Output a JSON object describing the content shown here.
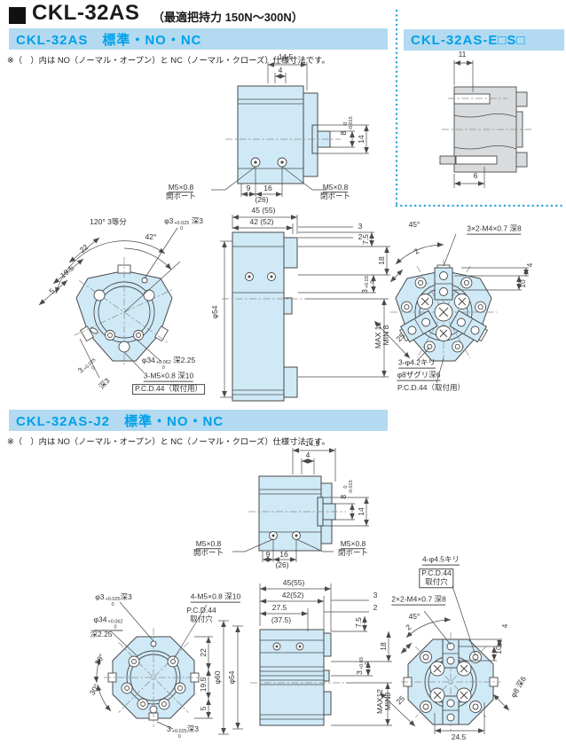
{
  "header": {
    "title": "CKL-32AS",
    "suffix": "（最適把持力 150N～300N）"
  },
  "note": "※（　）内は NO（ノーマル・オープン）と NC（ノーマル・クローズ）仕様寸法です。",
  "colors": {
    "banner_bg": "#b3daf0",
    "banner_text": "#00a0e9",
    "part_fill": "#cfe9f7",
    "part_gray": "#d9dcde",
    "line": "#4a4a4a",
    "dot_border": "#29a3dc"
  },
  "s1": {
    "banner": "CKL-32AS　標準・NO・NC",
    "top": {
      "d14_5": "14.5",
      "d4": "4",
      "d8_pre": "8",
      "d8_hi": "0",
      "d8_lo": "-0.015",
      "d14": "14",
      "open1": "M5×0.8",
      "open2": "開ポート",
      "close1": "M5×0.8",
      "close2": "閉ポート",
      "d9": "9",
      "d16": "16",
      "d26": "(26)"
    },
    "left": {
      "a120": "120°  3等分",
      "hole3_pre": "φ3",
      "hole3_hi": "+0.025",
      "hole3_lo": "0",
      "hole3_post": "深3",
      "a42": "42°",
      "d22": "22",
      "d19_5": "19.5",
      "d5": "5",
      "dia54": "φ54",
      "hole34_pre": "φ34",
      "hole34_hi": "+0.062",
      "hole34_lo": "0",
      "hole34_post": "深2.25",
      "thread": "3-M5×0.8 深10",
      "pcd": "P.C.D.44（取付用）",
      "key_pre": "3",
      "key_hi": "+0.025",
      "key_lo": "0",
      "key_post": "深3"
    },
    "mid": {
      "d45": "45 (55)",
      "d42": "42 (52)",
      "d3": "3",
      "d2": "2",
      "d7_5": "7.5",
      "d18": "18",
      "t3_pre": "3",
      "t3_hi": "+0.03",
      "t3_lo": "0",
      "max": "MAX 12",
      "min": "MIN 8"
    },
    "right": {
      "a45": "45°",
      "d2": "2",
      "thread": "3×2-M4×0.7 深8",
      "d4": "4",
      "d10": "10",
      "d25": "25",
      "drill": "3-φ4.2キリ",
      "spot": "φ8ザグリ深6",
      "pcd": "P.C.D.44（取付用）"
    }
  },
  "panel": {
    "banner": "CKL-32AS-E□S□",
    "d11": "11",
    "d6": "6"
  },
  "s2": {
    "banner": "CKL-32AS-J2　標準・NO・NC",
    "top": {
      "d14_5": "14.5",
      "d4": "4",
      "d8_pre": "8",
      "d8_hi": "0",
      "d8_lo": "-0.015",
      "d14": "14",
      "open1": "M5×0.8",
      "open2": "開ポート",
      "close1": "M5×0.8",
      "close2": "閉ポート",
      "d9": "9",
      "d16": "16",
      "d26": "(26)"
    },
    "left": {
      "hole3_pre": "φ3",
      "hole3_hi": "+0.025",
      "hole3_lo": "0",
      "hole3_post": "深3",
      "hole34_pre": "φ34",
      "hole34_hi": "+0.062",
      "hole34_lo": "0",
      "hole34_post": "深2.25",
      "thread": "4-M5×0.8 深10",
      "pcd1": "P.C.D.44",
      "pcd2": "取付穴",
      "a30a": "30°",
      "a30b": "30°",
      "d22": "22",
      "d19_5": "19.5",
      "d5": "5",
      "key_pre": "3",
      "key_hi": "+0.025",
      "key_lo": "0",
      "key_post": "深3",
      "dia60": "φ60",
      "dia54": "φ54"
    },
    "mid": {
      "d45": "45(55)",
      "d42": "42(52)",
      "d27_5": "27.5",
      "d37_5": "(37.5)",
      "d3": "3",
      "d2": "2",
      "d7_5": "7.5",
      "d18": "18",
      "t3_pre": "3",
      "t3_hi": "+0.03",
      "t3_lo": "0",
      "max": "MAX12",
      "min": "MIN8"
    },
    "right": {
      "drill": "4-φ4.5キリ",
      "pcd1": "P.C.D.44",
      "pcd2": "取付穴",
      "thread": "2×2-M4×0.7 深8",
      "a45": "45°",
      "d2": "2",
      "d4": "4",
      "d10": "10",
      "d25": "25",
      "spot": "φ8 深6",
      "d24_5": "24.5"
    }
  }
}
